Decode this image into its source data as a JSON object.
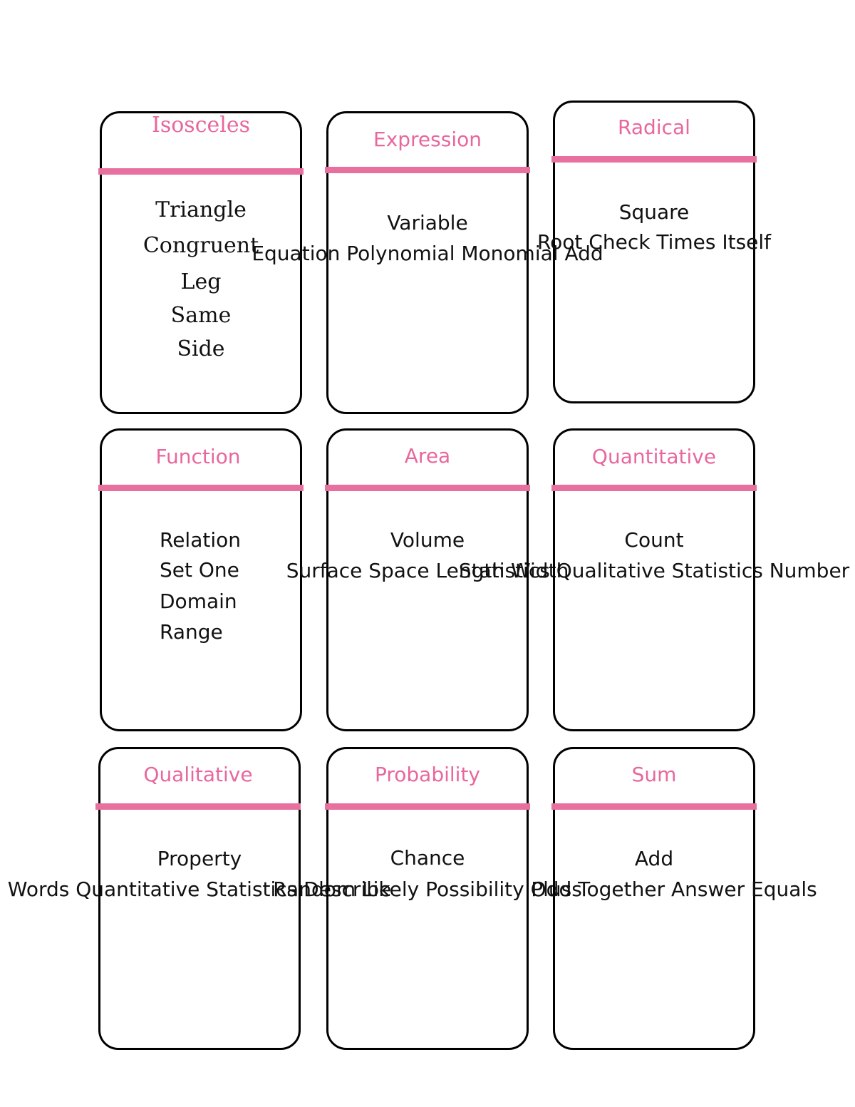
{
  "cards": [
    {
      "title": "Isosceles",
      "lines": [
        "Triangle",
        "Congruent",
        "Leg",
        "Same",
        "Side"
      ]
    },
    {
      "title": "Expression",
      "lines": [
        "Variable",
        "Equation Polynomial Monomial Add"
      ]
    },
    {
      "title": "Radical",
      "lines": [
        "Square",
        "Root Check Times Itself"
      ]
    },
    {
      "title": "Function",
      "lines": [
        "Relation",
        "Set One",
        "Domain",
        "Range"
      ]
    },
    {
      "title": "Area",
      "lines": [
        "Volume",
        "Surface Space Length Width"
      ]
    },
    {
      "title": "Quantitative",
      "lines": [
        "Count",
        "Statistics Qualitative Statistics Number"
      ]
    },
    {
      "title": "Qualitative",
      "lines": [
        "Property",
        "Words Quantitative Statistics Describe"
      ]
    },
    {
      "title": "Probability",
      "lines": [
        "Chance",
        "Random Likely Possibility Odds"
      ]
    },
    {
      "title": "Sum",
      "lines": [
        "Add",
        "Plus Together Answer Equals"
      ]
    }
  ]
}
